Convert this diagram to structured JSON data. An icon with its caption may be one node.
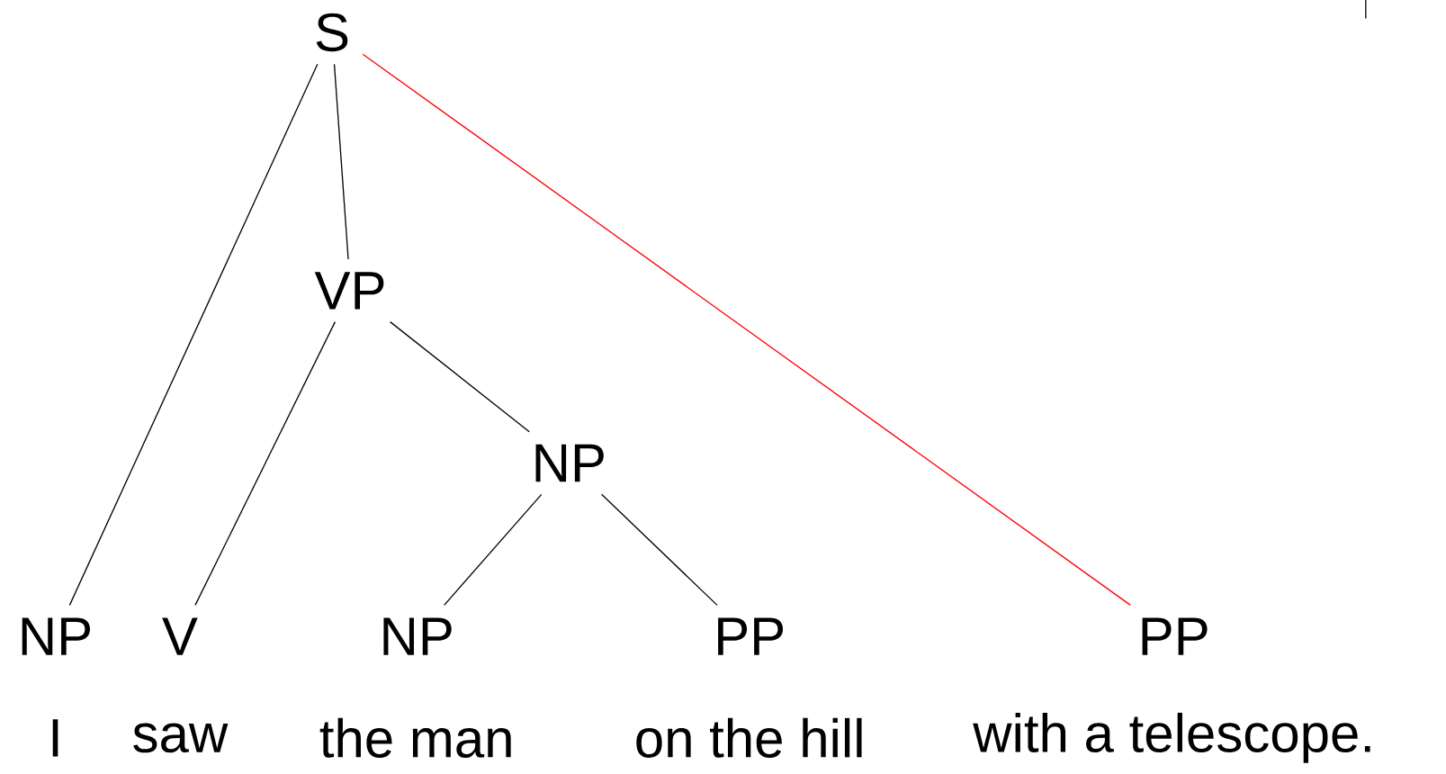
{
  "diagram": {
    "nodes": [
      {
        "text": [
          "S"
        ]
      },
      {
        "text": [
          "VP"
        ]
      },
      {
        "text": [
          "NP"
        ]
      },
      {
        "text": [
          "NP"
        ],
        "beside": [
          "I"
        ]
      },
      {
        "text": [
          "V"
        ],
        "beside": [
          "saw"
        ]
      },
      {
        "text": [
          "NP"
        ],
        "beside": [
          "the man"
        ]
      },
      {
        "text": [
          "PP"
        ],
        "beside": [
          "on the hill"
        ]
      },
      {
        "text": [
          "PP"
        ],
        "beside": [
          "with a telescope."
        ]
      }
    ],
    "edges": [
      {
        "from": 0,
        "to": 3,
        "arrow": "none"
      },
      {
        "from": 0,
        "to": 1,
        "arrow": "none"
      },
      {
        "from": 0,
        "to": 7,
        "arrow": "none",
        "color": "#ff0000"
      },
      {
        "from": 1,
        "to": 4,
        "arrow": "none"
      },
      {
        "from": 1,
        "to": 2,
        "arrow": "none"
      },
      {
        "from": 2,
        "to": 5,
        "arrow": "none"
      },
      {
        "from": 2,
        "to": 6,
        "arrow": "none"
      }
    ]
  }
}
